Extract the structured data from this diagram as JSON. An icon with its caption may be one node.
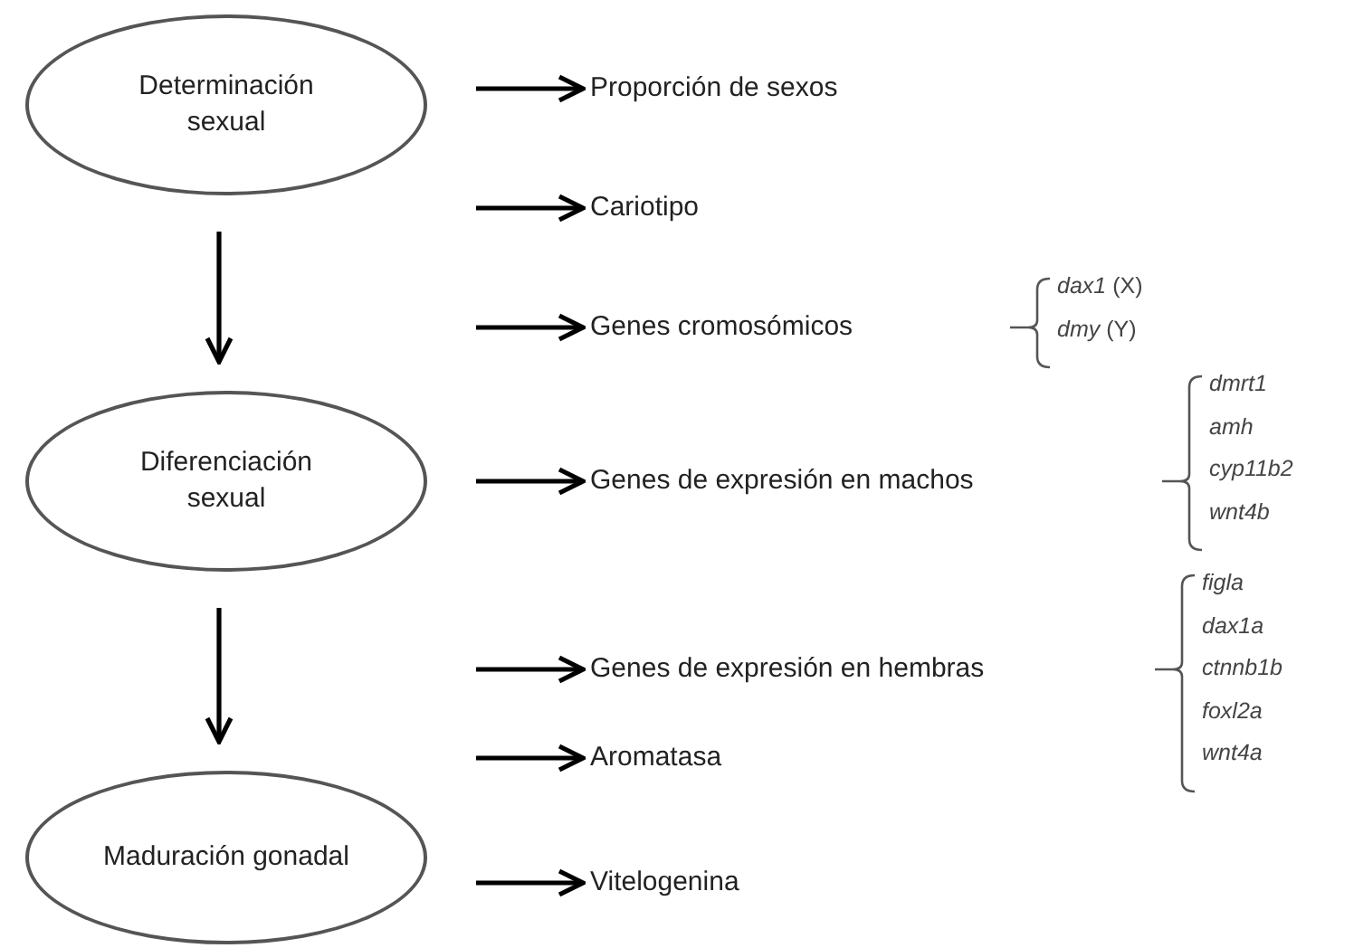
{
  "diagram": {
    "nodes": [
      {
        "text": [
          "Determinación sexual"
        ]
      },
      {
        "text": [
          "Diferenciación sexual"
        ]
      },
      {
        "text": [
          "Maduración gonadal"
        ]
      },
      {
        "text": [
          "Proporción de sexos"
        ]
      },
      {
        "text": [
          "Cariotipo"
        ]
      },
      {
        "text": [
          "Genes cromosómicos"
        ],
        "beside": [
          "*dax1* (X)",
          "*dmy* (Y)"
        ]
      },
      {
        "text": [
          "Genes de expresión en machos"
        ],
        "beside": [
          "*dmrt1*",
          "*amh*",
          "*cyp11b2*",
          "*wnt4b*"
        ]
      },
      {
        "text": [
          "Genes de expresión en hembras"
        ],
        "beside": [
          "*figla*",
          "*dax1a*",
          "*ctnnb1b*",
          "*foxl2a*",
          "*wnt4a*"
        ]
      },
      {
        "text": [
          "Aromatasa"
        ]
      },
      {
        "text": [
          "Vitelogenina"
        ]
      }
    ],
    "edges": [
      {
        "from": 0,
        "to": 1,
        "arrow": "to"
      },
      {
        "from": 1,
        "to": 2,
        "arrow": "to"
      },
      {
        "from": null,
        "to": 3,
        "arrow": "to"
      },
      {
        "from": null,
        "to": 4,
        "arrow": "to"
      },
      {
        "from": null,
        "to": 5,
        "arrow": "to"
      },
      {
        "from": null,
        "to": 6,
        "arrow": "to"
      },
      {
        "from": null,
        "to": 7,
        "arrow": "to"
      },
      {
        "from": null,
        "to": 8,
        "arrow": "to"
      },
      {
        "from": null,
        "to": 9,
        "arrow": "to"
      }
    ]
  }
}
